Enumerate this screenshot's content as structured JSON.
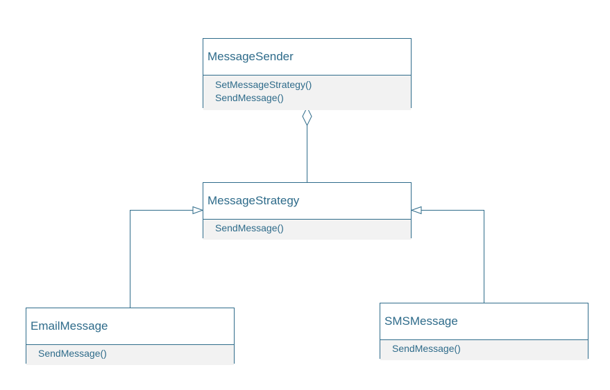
{
  "colors": {
    "line": "#2e6b8a",
    "text": "#2e6b8a",
    "ops_background": "#f2f2f2",
    "box_background": "#ffffff"
  },
  "classes": {
    "message_sender": {
      "name": "MessageSender",
      "operations": [
        "SetMessageStrategy()",
        "SendMessage()"
      ]
    },
    "message_strategy": {
      "name": "MessageStrategy",
      "operations": [
        "SendMessage()"
      ]
    },
    "email_message": {
      "name": "EmailMessage",
      "operations": [
        "SendMessage()"
      ]
    },
    "sms_message": {
      "name": "SMSMessage",
      "operations": [
        "SendMessage()"
      ]
    }
  },
  "relationships": [
    {
      "type": "aggregation",
      "whole": "MessageSender",
      "part": "MessageStrategy"
    },
    {
      "type": "generalization",
      "child": "EmailMessage",
      "parent": "MessageStrategy"
    },
    {
      "type": "generalization",
      "child": "SMSMessage",
      "parent": "MessageStrategy"
    }
  ]
}
